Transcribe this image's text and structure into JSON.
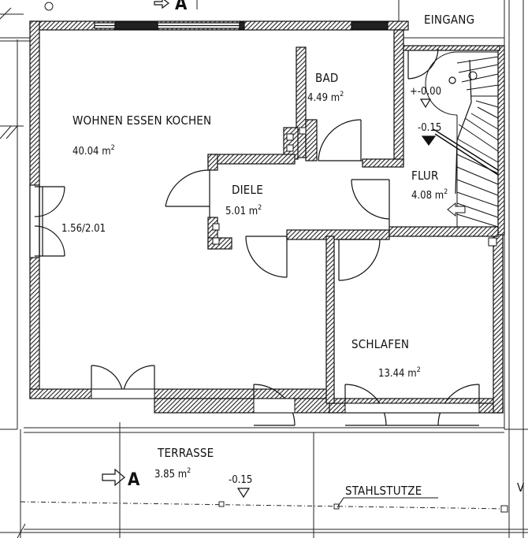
{
  "labels": {
    "eingang": "EINGANG",
    "section_top": "A",
    "section_bottom": "A",
    "stahlstutze": "STAHLSTUTZE",
    "edge_v": "V"
  },
  "rooms": [
    {
      "id": "wohnen",
      "name": "WOHNEN ESSEN KOCHEN",
      "area": "40.04",
      "unit": "m",
      "exp": "2"
    },
    {
      "id": "bad",
      "name": "BAD",
      "area": "4.49",
      "unit": "m",
      "exp": "2"
    },
    {
      "id": "diele",
      "name": "DIELE",
      "area": "5.01",
      "unit": "m",
      "exp": "2"
    },
    {
      "id": "flur",
      "name": "FLUR",
      "area": "4.08",
      "unit": "m",
      "exp": "2"
    },
    {
      "id": "schlafen",
      "name": "SCHLAFEN",
      "area": "13.44",
      "unit": "m",
      "exp": "2"
    },
    {
      "id": "terrasse",
      "name": "TERRASSE",
      "area": "3.85",
      "unit": "m",
      "exp": "2"
    }
  ],
  "window_label": "1.56/2.01",
  "levels": {
    "entrance": "+-0.00",
    "flur": "-0.15",
    "terrasse": "-0.15"
  }
}
